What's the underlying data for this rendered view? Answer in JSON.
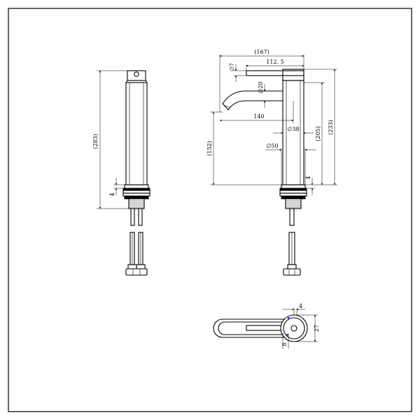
{
  "dimensions": {
    "side_width_167": "(167)",
    "side_lever_112_5": "112. 5",
    "side_diam_7": "∅7",
    "side_diam_20": "∅20",
    "side_spout_140": "140",
    "side_diam_38": "∅38",
    "side_diam_50": "∅50",
    "side_height_152": "(152)",
    "side_height_205": "(205)",
    "side_height_233": "(233)",
    "side_base_4": "4",
    "front_height_283": "(283)",
    "front_base_4": "4",
    "top_4": "4",
    "top_27": "27",
    "top_8": "8"
  },
  "colors": {
    "line": "#000000",
    "background": "#ffffff",
    "marker": "#1f55d8"
  }
}
